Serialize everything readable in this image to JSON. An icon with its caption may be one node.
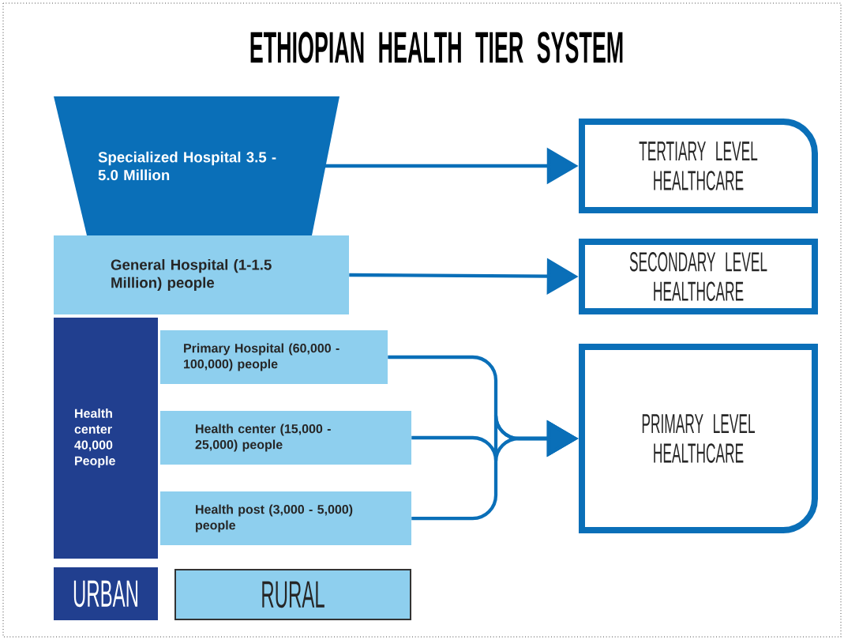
{
  "diagram": {
    "title": "ETHIOPIAN HEALTH TIER SYSTEM",
    "nodes": [
      {
        "text": [
          "Specialized Hospital 3.5 - 5.0 Million"
        ]
      },
      {
        "text": [
          "General Hospital (1-1.5 Million) people"
        ]
      },
      {
        "text": [
          "Health center 40,000 People"
        ]
      },
      {
        "text": [
          "Primary Hospital (60,000 - 100,000) people"
        ]
      },
      {
        "text": [
          "Health center (15,000 - 25,000) people"
        ]
      },
      {
        "text": [
          "Health post (3,000 - 5,000) people"
        ]
      },
      {
        "text": [
          "URBAN"
        ]
      },
      {
        "text": [
          "RURAL"
        ]
      },
      {
        "text": [
          "TERTIARY LEVEL HEALTHCARE"
        ]
      },
      {
        "text": [
          "SECONDARY LEVEL HEALTHCARE"
        ]
      },
      {
        "text": [
          "PRIMARY LEVEL HEALTHCARE"
        ]
      }
    ],
    "edges": [
      {
        "from": 0,
        "to": 8,
        "arrow": "to"
      },
      {
        "from": 1,
        "to": 9,
        "arrow": "to"
      },
      {
        "from": 3,
        "to": 10,
        "arrow": "to"
      },
      {
        "from": 4,
        "to": 10,
        "arrow": "to"
      },
      {
        "from": 5,
        "to": 10,
        "arrow": "to"
      }
    ]
  }
}
